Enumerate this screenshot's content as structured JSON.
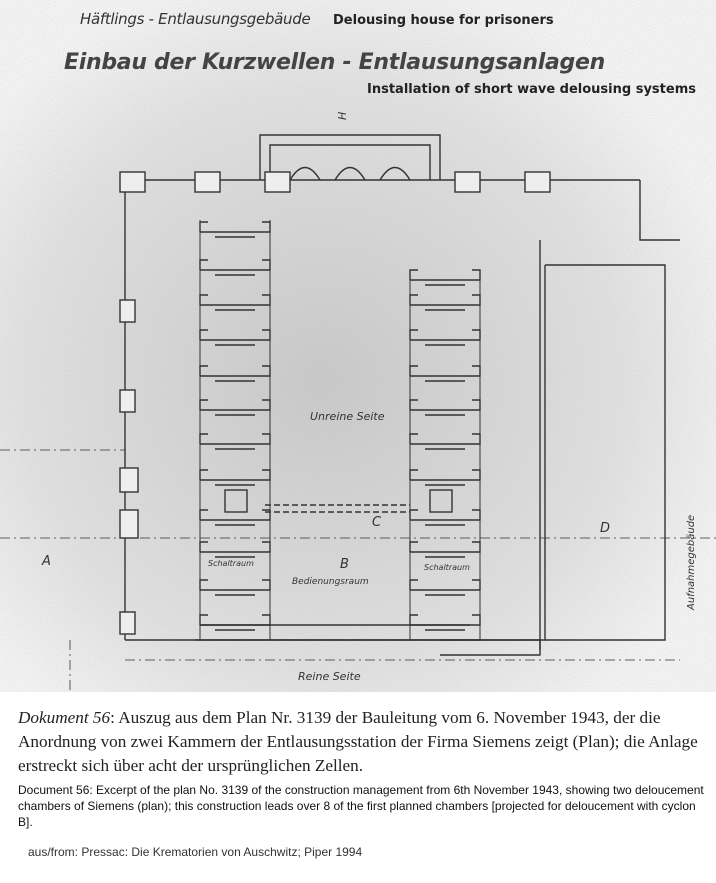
{
  "header": {
    "german_subtitle": "Häftlings - Entlausungsgebäude",
    "english_subtitle": "Delousing house for prisoners",
    "german_title": "Einbau der Kurzwellen - Entlausungsanlagen",
    "english_title": "Installation of short wave delousing systems"
  },
  "plan": {
    "labels": {
      "unclean_side": "Unreine Seite",
      "clean_side": "Reine Seite",
      "switch_room_left": "Schaltraum",
      "switch_room_right": "Schaltraum",
      "operating_room": "Bedienungsraum",
      "reception_building": "Aufnahmegebäude",
      "marker_a": "A",
      "marker_b": "B",
      "marker_c": "C",
      "marker_d": "D",
      "marker_h": "H"
    }
  },
  "caption": {
    "doc_label": "Dokument 56",
    "german_text": ": Auszug aus dem Plan Nr. 3139 der Bauleitung vom 6. November 1943, der die Anordnung von zwei Kammern der Entlausungsstation der Firma Siemens zeigt (Plan); die Anlage erstreckt sich über acht der ursprünglichen Zellen.",
    "english_text": "Document 56: Excerpt of the plan No. 3139 of the construction management from 6th November 1943, showing two deloucement chambers of Siemens (plan); this construction leads over 8 of the first planned chambers [projected for deloucement with cyclon B].",
    "source": "aus/from: Pressac: Die Krematorien von Auschwitz; Piper 1994"
  }
}
